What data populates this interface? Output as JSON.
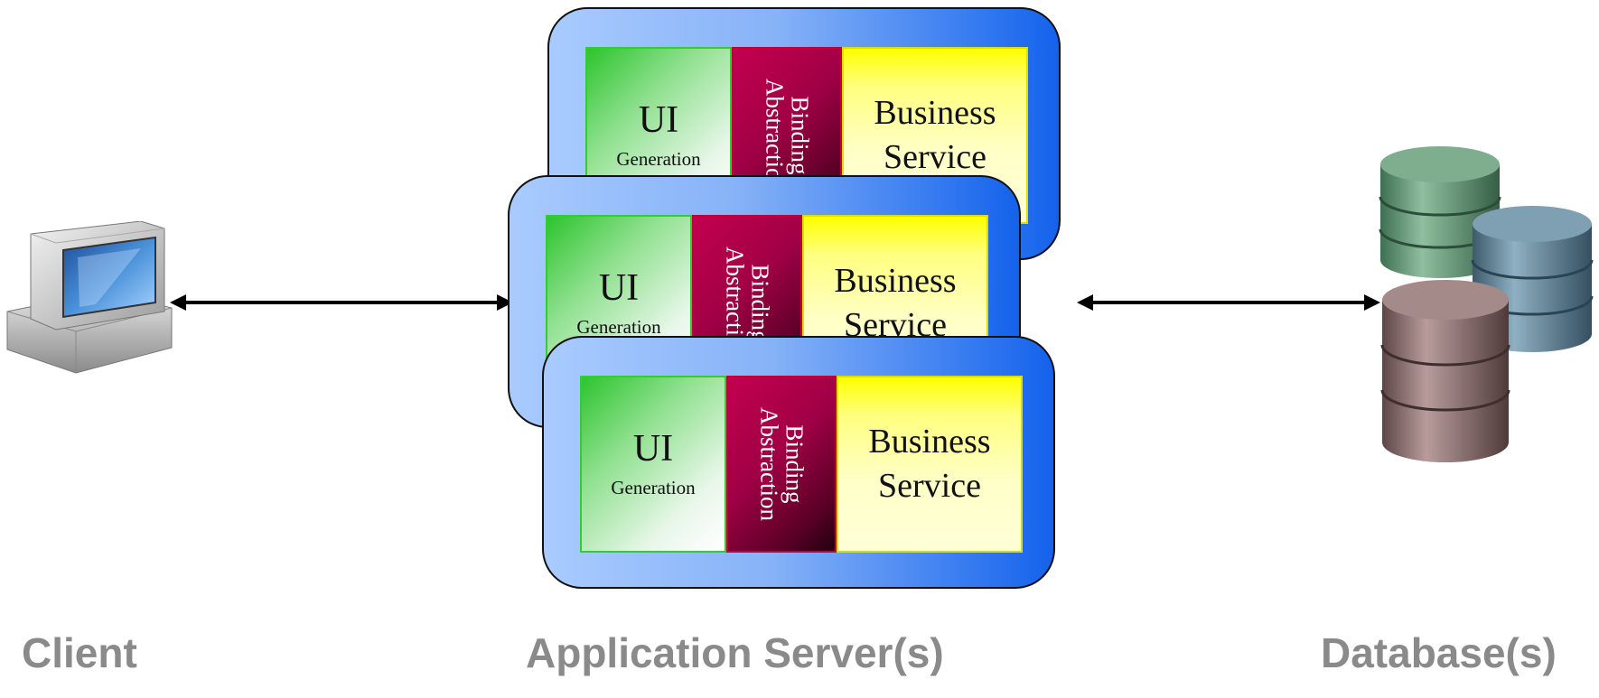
{
  "captions": {
    "client": "Client",
    "app_server": "Application Server(s)",
    "database": "Database(s)"
  },
  "servers": [
    {
      "ui_title": "UI",
      "ui_sub": "Generation",
      "binding_line1": "Binding",
      "binding_line2": "Abstraction",
      "business_line1": "Business",
      "business_line2": "Service"
    },
    {
      "ui_title": "UI",
      "ui_sub": "Generation",
      "binding_line1": "Binding",
      "binding_line2": "Abstraction",
      "business_line1": "Business",
      "business_line2": "Service"
    },
    {
      "ui_title": "UI",
      "ui_sub": "Generation",
      "binding_line1": "Binding",
      "binding_line2": "Abstraction",
      "business_line1": "Business",
      "business_line2": "Service"
    }
  ],
  "icons": {
    "client": "desktop-computer-icon",
    "database": "database-cylinders-icon"
  },
  "colors": {
    "caption": "#8a8a8a",
    "server_blue": "#1462ec",
    "ui_green": "#2ec42e",
    "binding_magenta": "#a00045",
    "business_yellow": "#ffff00",
    "db_green": "#5e8f6f",
    "db_blue": "#5a7c90",
    "db_brown": "#7d6262"
  }
}
